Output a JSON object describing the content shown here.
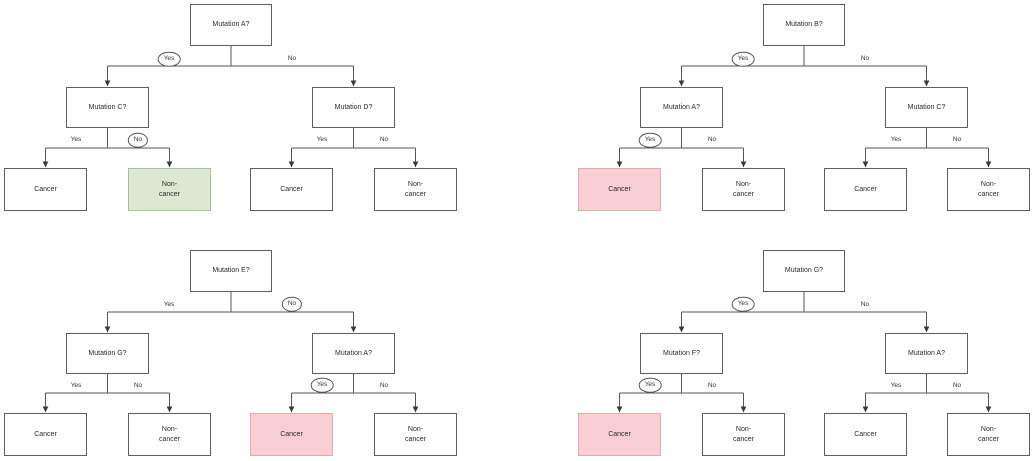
{
  "diagram": {
    "type": "decision-trees",
    "description": "Four two-level decision trees classifying mutations into Cancer or Non-cancer outcomes"
  },
  "colors": {
    "node_fill": "#ffffff",
    "node_border": "#5f5f5f",
    "connector_line": "#565656",
    "text": "#2b2b2b",
    "highlight_green_fill": "#dbe8d2",
    "highlight_green_border": "#a7bf9b",
    "highlight_pink_fill": "#f8ced2",
    "highlight_pink_border": "#e5abaf"
  },
  "trees": [
    {
      "name": "top-left",
      "root": {
        "label": "Mutation A?"
      },
      "left": {
        "label": "Mutation C?"
      },
      "right": {
        "label": "Mutation D?"
      },
      "edges": {
        "root_yes": {
          "label": "Yes",
          "circled": true
        },
        "root_no": {
          "label": "No",
          "circled": false
        },
        "left_yes": {
          "label": "Yes",
          "circled": false
        },
        "left_no": {
          "label": "No",
          "circled": true
        },
        "right_yes": {
          "label": "Yes",
          "circled": false
        },
        "right_no": {
          "label": "No",
          "circled": false
        }
      },
      "leaves": [
        {
          "label": "Cancer",
          "highlight": "none"
        },
        {
          "label": "Non-\ncancer",
          "highlight": "green"
        },
        {
          "label": "Cancer",
          "highlight": "none"
        },
        {
          "label": "Non-\ncancer",
          "highlight": "none"
        }
      ]
    },
    {
      "name": "top-right",
      "root": {
        "label": "Mutation B?"
      },
      "left": {
        "label": "Mutation A?"
      },
      "right": {
        "label": "Mutation C?"
      },
      "edges": {
        "root_yes": {
          "label": "Yes",
          "circled": true
        },
        "root_no": {
          "label": "No",
          "circled": false
        },
        "left_yes": {
          "label": "Yes",
          "circled": true
        },
        "left_no": {
          "label": "No",
          "circled": false
        },
        "right_yes": {
          "label": "Yes",
          "circled": false
        },
        "right_no": {
          "label": "No",
          "circled": false
        }
      },
      "leaves": [
        {
          "label": "Cancer",
          "highlight": "pink"
        },
        {
          "label": "Non-\ncancer",
          "highlight": "none"
        },
        {
          "label": "Cancer",
          "highlight": "none"
        },
        {
          "label": "Non-\ncancer",
          "highlight": "none"
        }
      ]
    },
    {
      "name": "bottom-left",
      "root": {
        "label": "Mutation E?"
      },
      "left": {
        "label": "Mutation G?"
      },
      "right": {
        "label": "Mutation A?"
      },
      "edges": {
        "root_yes": {
          "label": "Yes",
          "circled": false
        },
        "root_no": {
          "label": "No",
          "circled": true
        },
        "left_yes": {
          "label": "Yes",
          "circled": false
        },
        "left_no": {
          "label": "No",
          "circled": false
        },
        "right_yes": {
          "label": "Yes",
          "circled": true
        },
        "right_no": {
          "label": "No",
          "circled": false
        }
      },
      "leaves": [
        {
          "label": "Cancer",
          "highlight": "none"
        },
        {
          "label": "Non-\ncancer",
          "highlight": "none"
        },
        {
          "label": "Cancer",
          "highlight": "pink"
        },
        {
          "label": "Non-\ncancer",
          "highlight": "none"
        }
      ]
    },
    {
      "name": "bottom-right",
      "root": {
        "label": "Mutation G?"
      },
      "left": {
        "label": "Mutation F?"
      },
      "right": {
        "label": "Mutation A?"
      },
      "edges": {
        "root_yes": {
          "label": "Yes",
          "circled": true
        },
        "root_no": {
          "label": "No",
          "circled": false
        },
        "left_yes": {
          "label": "Yes",
          "circled": true
        },
        "left_no": {
          "label": "No",
          "circled": false
        },
        "right_yes": {
          "label": "Yes",
          "circled": false
        },
        "right_no": {
          "label": "No",
          "circled": false
        }
      },
      "leaves": [
        {
          "label": "Cancer",
          "highlight": "pink"
        },
        {
          "label": "Non-\ncancer",
          "highlight": "none"
        },
        {
          "label": "Cancer",
          "highlight": "none"
        },
        {
          "label": "Non-\ncancer",
          "highlight": "none"
        }
      ]
    }
  ]
}
